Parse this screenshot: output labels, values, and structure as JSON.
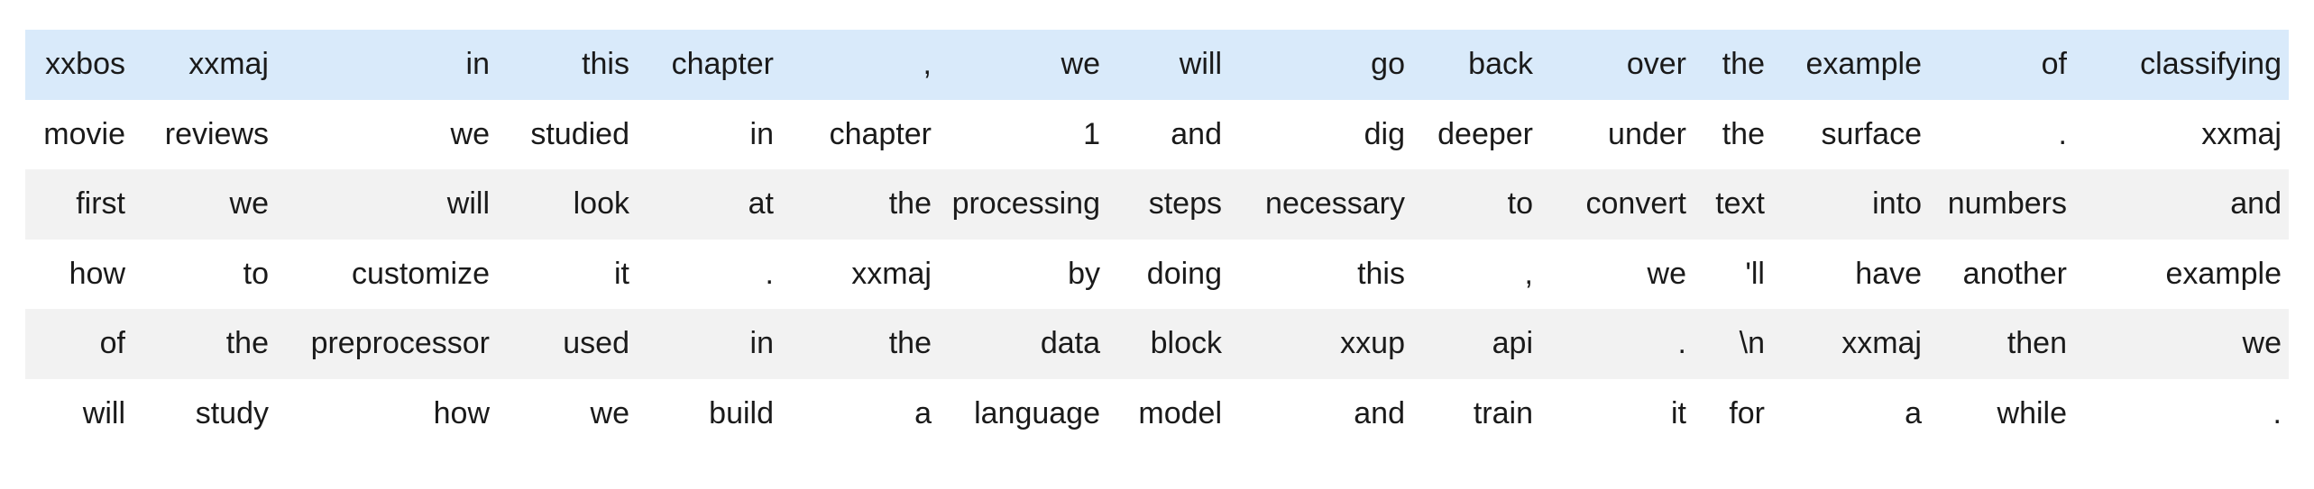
{
  "table": {
    "description": "tokenized-text-batch-table",
    "num_rows": 6,
    "num_cols": 15,
    "highlight_row_color": "#d9eafa",
    "stripe_row_color": "#f2f2f2",
    "text_color": "#1a1a1a",
    "rows": [
      [
        "xxbos",
        "xxmaj",
        "in",
        "this",
        "chapter",
        ",",
        "we",
        "will",
        "go",
        "back",
        "over",
        "the",
        "example",
        "of",
        "classifying"
      ],
      [
        "movie",
        "reviews",
        "we",
        "studied",
        "in",
        "chapter",
        "1",
        "and",
        "dig",
        "deeper",
        "under",
        "the",
        "surface",
        ".",
        "xxmaj"
      ],
      [
        "first",
        "we",
        "will",
        "look",
        "at",
        "the",
        "processing",
        "steps",
        "necessary",
        "to",
        "convert",
        "text",
        "into",
        "numbers",
        "and"
      ],
      [
        "how",
        "to",
        "customize",
        "it",
        ".",
        "xxmaj",
        "by",
        "doing",
        "this",
        ",",
        "we",
        "'ll",
        "have",
        "another",
        "example"
      ],
      [
        "of",
        "the",
        "preprocessor",
        "used",
        "in",
        "the",
        "data",
        "block",
        "xxup",
        "api",
        ".",
        "\\n",
        "xxmaj",
        "then",
        "we"
      ],
      [
        "will",
        "study",
        "how",
        "we",
        "build",
        "a",
        "language",
        "model",
        "and",
        "train",
        "it",
        "for",
        "a",
        "while",
        "."
      ]
    ]
  }
}
